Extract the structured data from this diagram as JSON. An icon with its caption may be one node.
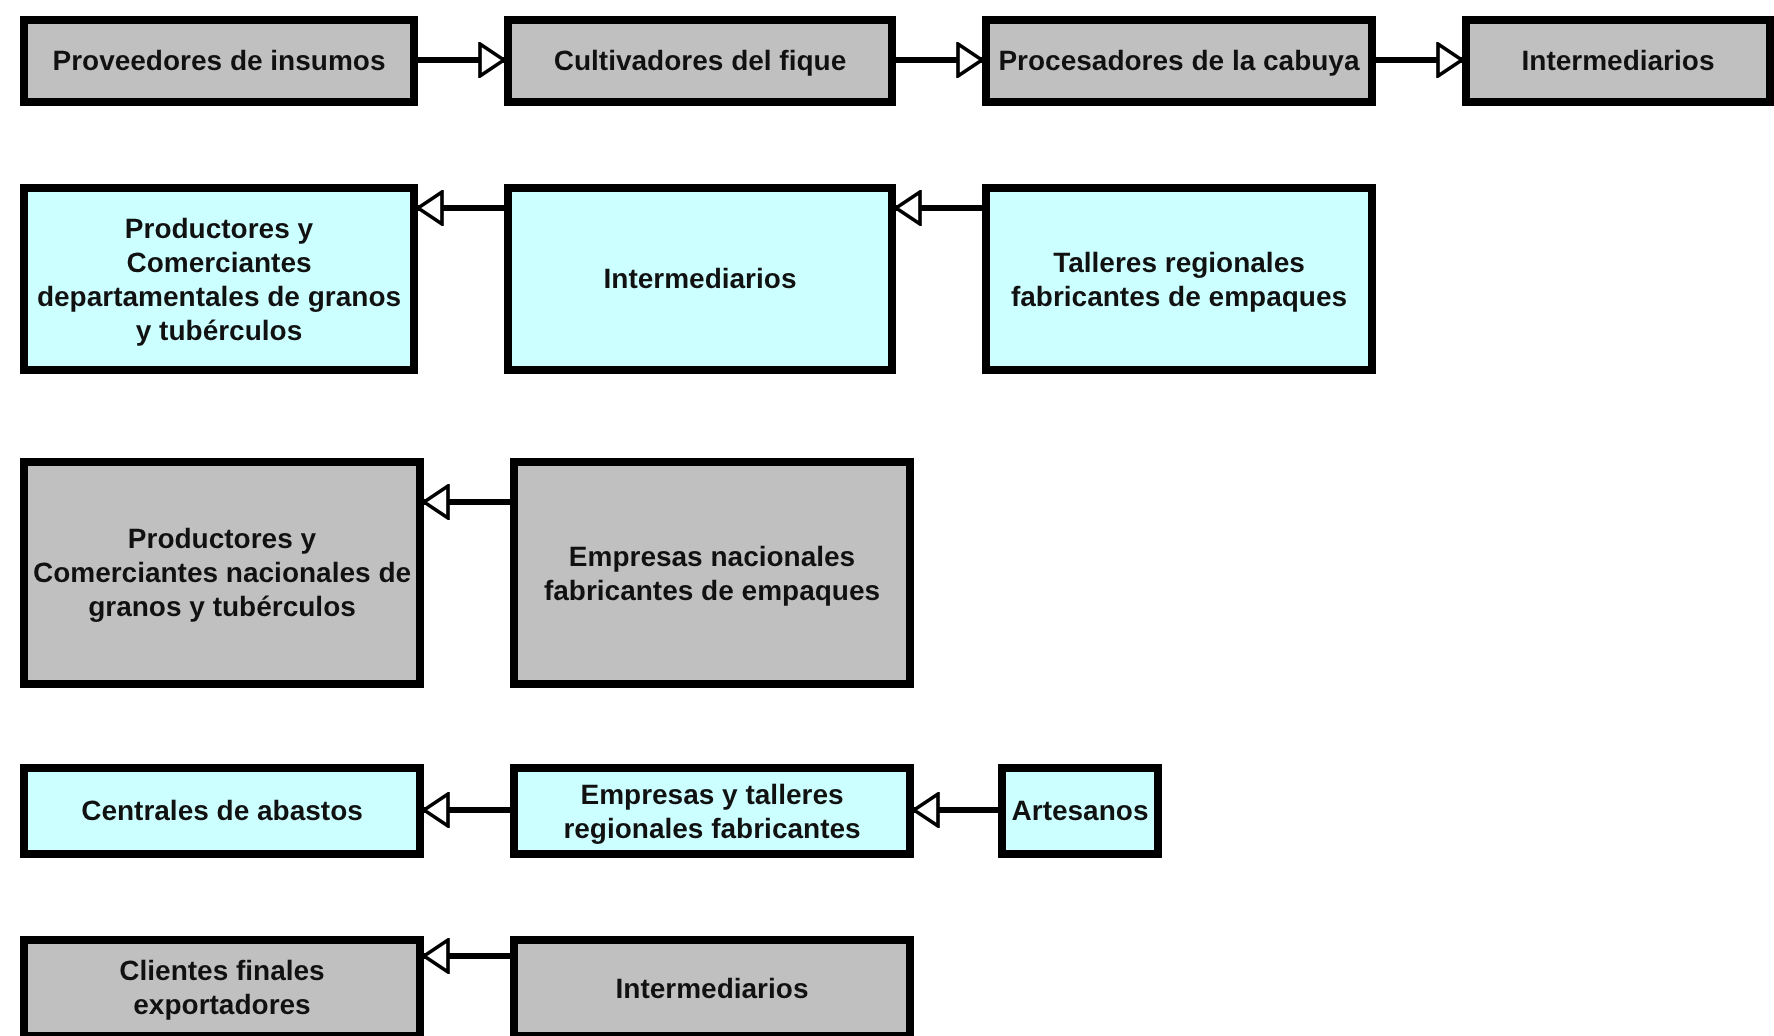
{
  "diagram": {
    "nodes": [
      {
        "text": [
          "Proveedores de insumos"
        ]
      },
      {
        "text": [
          "Cultivadores del fique"
        ]
      },
      {
        "text": [
          "Procesadores de la cabuya"
        ]
      },
      {
        "text": [
          "Intermediarios"
        ]
      },
      {
        "text": [
          "Productores y Comerciantes departamentales de granos y tubérculos"
        ]
      },
      {
        "text": [
          "Intermediarios"
        ]
      },
      {
        "text": [
          "Talleres regionales fabricantes de empaques"
        ]
      },
      {
        "text": [
          "Productores y Comerciantes nacionales de granos y tubérculos"
        ]
      },
      {
        "text": [
          "Empresas nacionales fabricantes de empaques"
        ]
      },
      {
        "text": [
          "Centrales de abastos"
        ]
      },
      {
        "text": [
          "Empresas y talleres regionales fabricantes"
        ]
      },
      {
        "text": [
          "Artesanos"
        ]
      },
      {
        "text": [
          "Clientes finales exportadores"
        ]
      },
      {
        "text": [
          "Intermediarios"
        ]
      }
    ],
    "edges": [
      {
        "from": 0,
        "to": 1,
        "arrow": "to"
      },
      {
        "from": 1,
        "to": 2,
        "arrow": "to"
      },
      {
        "from": 2,
        "to": 3,
        "arrow": "to"
      },
      {
        "from": 6,
        "to": 5,
        "arrow": "to"
      },
      {
        "from": 5,
        "to": 4,
        "arrow": "to"
      },
      {
        "from": 8,
        "to": 7,
        "arrow": "to"
      },
      {
        "from": 11,
        "to": 10,
        "arrow": "to"
      },
      {
        "from": 10,
        "to": 9,
        "arrow": "to"
      },
      {
        "from": 13,
        "to": 12,
        "arrow": "to"
      }
    ]
  }
}
